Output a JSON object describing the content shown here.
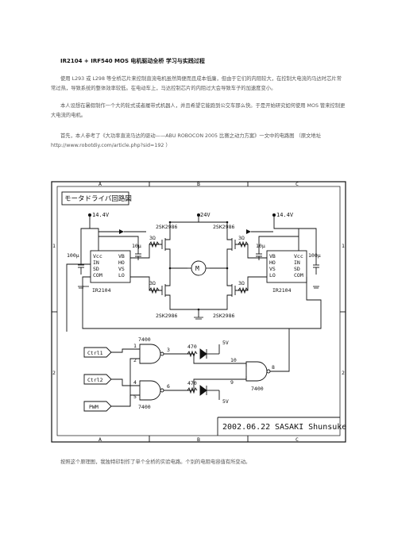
{
  "doc": {
    "title": "IR2104 + IRF540 MOS 电机驱动全桥  学习与实践过程",
    "p1": "使用 L293 或 L298 等全桥芯片来控制直流电机虽然简便而且成本低廉，但由于它们的内阻较大，在控制大电流的马达时芯片常常过热，导致系统的整体效率较低。在电动车上，马达控制芯片的内阻过大会导致车子的加速度变小。",
    "p2": "本人设想在暑假制作一个大的轮式或者履带式机器人，并且希望它能跑到公交车那么快。于是开始研究如何使用 MOS 管来控制更大电流的电机。",
    "p3": "首先，本人参考了《大功率直流马达的驱动——ABU ROBOCON 2005 比赛之动力方案》一文中的电路图 （原文地址 http://www.robotdiy.com/article.php?sid=192 ）",
    "p4": "按照这个原理图，我独特印制作了单个全桥的实验电路。个别的电阻电容值有所变动。"
  },
  "schematic": {
    "title": "モータドライバ回路図",
    "columns": [
      "A",
      "B",
      "C"
    ],
    "rows": [
      "1",
      "2"
    ],
    "supply_left": "14.4V",
    "supply_right": "14.4V",
    "supply_center": "24V",
    "mosfet_top_left": "2SK2986",
    "mosfet_top_right": "2SK2986",
    "mosfet_bottom_left": "2SK2986",
    "mosfet_bottom_right": "2SK2986",
    "r_3o_1": "3Ω",
    "r_3o_2": "3Ω",
    "r_3o_3": "3Ω",
    "r_3o_4": "3Ω",
    "cap_left_big": "100μ",
    "cap_left_small": "10μ",
    "cap_right_big": "100μ",
    "cap_right_small": "10μ",
    "ic_left": "IR2104",
    "ic_right": "IR2104",
    "pins_left": [
      "Vcc",
      "IN",
      "SD",
      "COM",
      "VB",
      "HO",
      "VS",
      "LO"
    ],
    "pins_right": [
      "VB",
      "HO",
      "VS",
      "LO",
      "Vcc",
      "IN",
      "SD",
      "COM"
    ],
    "motor": "M",
    "gate_label_top": "7400",
    "gate_label_bottom": "7400",
    "gate_label_right": "7400",
    "r_470_top": "470",
    "r_470_bottom": "470",
    "v5_top": "5V",
    "v5_bottom": "5V",
    "pin_1": "1",
    "pin_2": "2",
    "pin_3": "3",
    "pin_4": "4",
    "pin_5": "5",
    "pin_6": "6",
    "pin_8": "8",
    "pin_9": "9",
    "pin_10": "10",
    "input_1": "Ctrl1",
    "input_2": "Ctrl2",
    "input_3": "PWM",
    "date": "2002.06.22",
    "author": "SASAKI Shunsuke"
  }
}
